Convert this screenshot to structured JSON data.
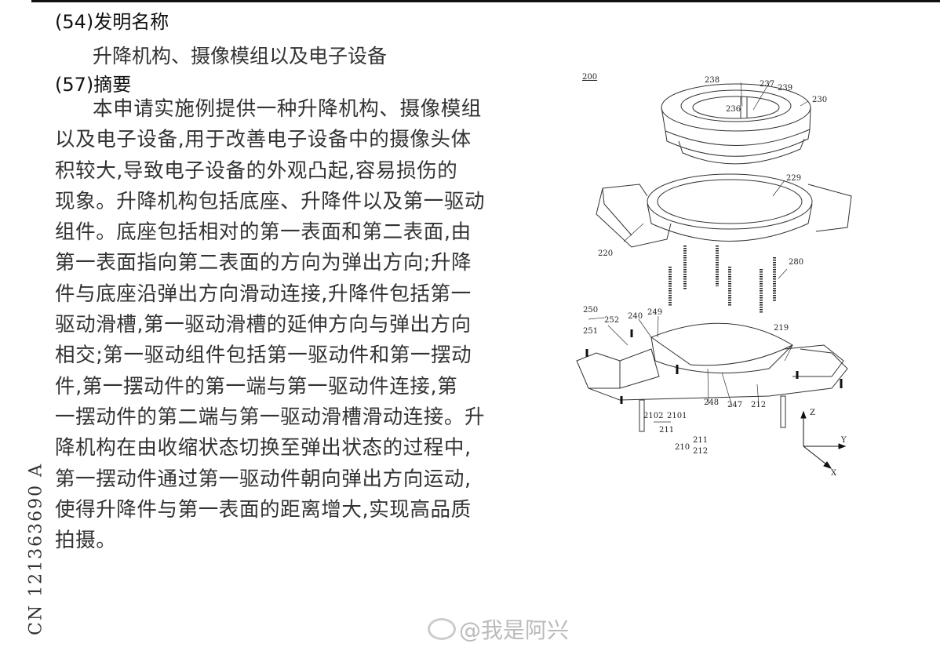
{
  "header": {
    "title_code": "(54)",
    "title_heading": "发明名称",
    "invention_title": "升降机构、摄像模组以及电子设备",
    "abstract_code": "(57)",
    "abstract_heading": "摘要"
  },
  "abstract_lines": [
    "本申请实施例提供一种升降机构、摄像模组",
    "以及电子设备,用于改善电子设备中的摄像头体",
    "积较大,导致电子设备的外观凸起,容易损伤的",
    "现象。升降机构包括底座、升降件以及第一驱动",
    "组件。底座包括相对的第一表面和第二表面,由",
    "第一表面指向第二表面的方向为弹出方向;升降",
    "件与底座沿弹出方向滑动连接,升降件包括第一",
    "驱动滑槽,第一驱动滑槽的延伸方向与弹出方向",
    "相交;第一驱动组件包括第一驱动件和第一摆动",
    "件,第一摆动件的第一端与第一驱动件连接,第",
    "一摆动件的第二端与第一驱动滑槽滑动连接。升",
    "降机构在由收缩状态切换至弹出状态的过程中,",
    "第一摆动件通过第一驱动件朝向弹出方向运动,",
    "使得升降件与第一表面的距离增大,实现高品质",
    "拍摄。"
  ],
  "publication_number": "CN 121363690 A",
  "figure": {
    "ref": "200",
    "labels": [
      "238",
      "237",
      "239",
      "230",
      "236",
      "229",
      "220",
      "280",
      "250",
      "252",
      "240",
      "249",
      "219",
      "251",
      "248",
      "247",
      "212",
      "2102",
      "2101",
      "211",
      "210",
      "211",
      "212",
      "Z",
      "Y",
      "X"
    ]
  },
  "watermark": "@我是阿兴"
}
